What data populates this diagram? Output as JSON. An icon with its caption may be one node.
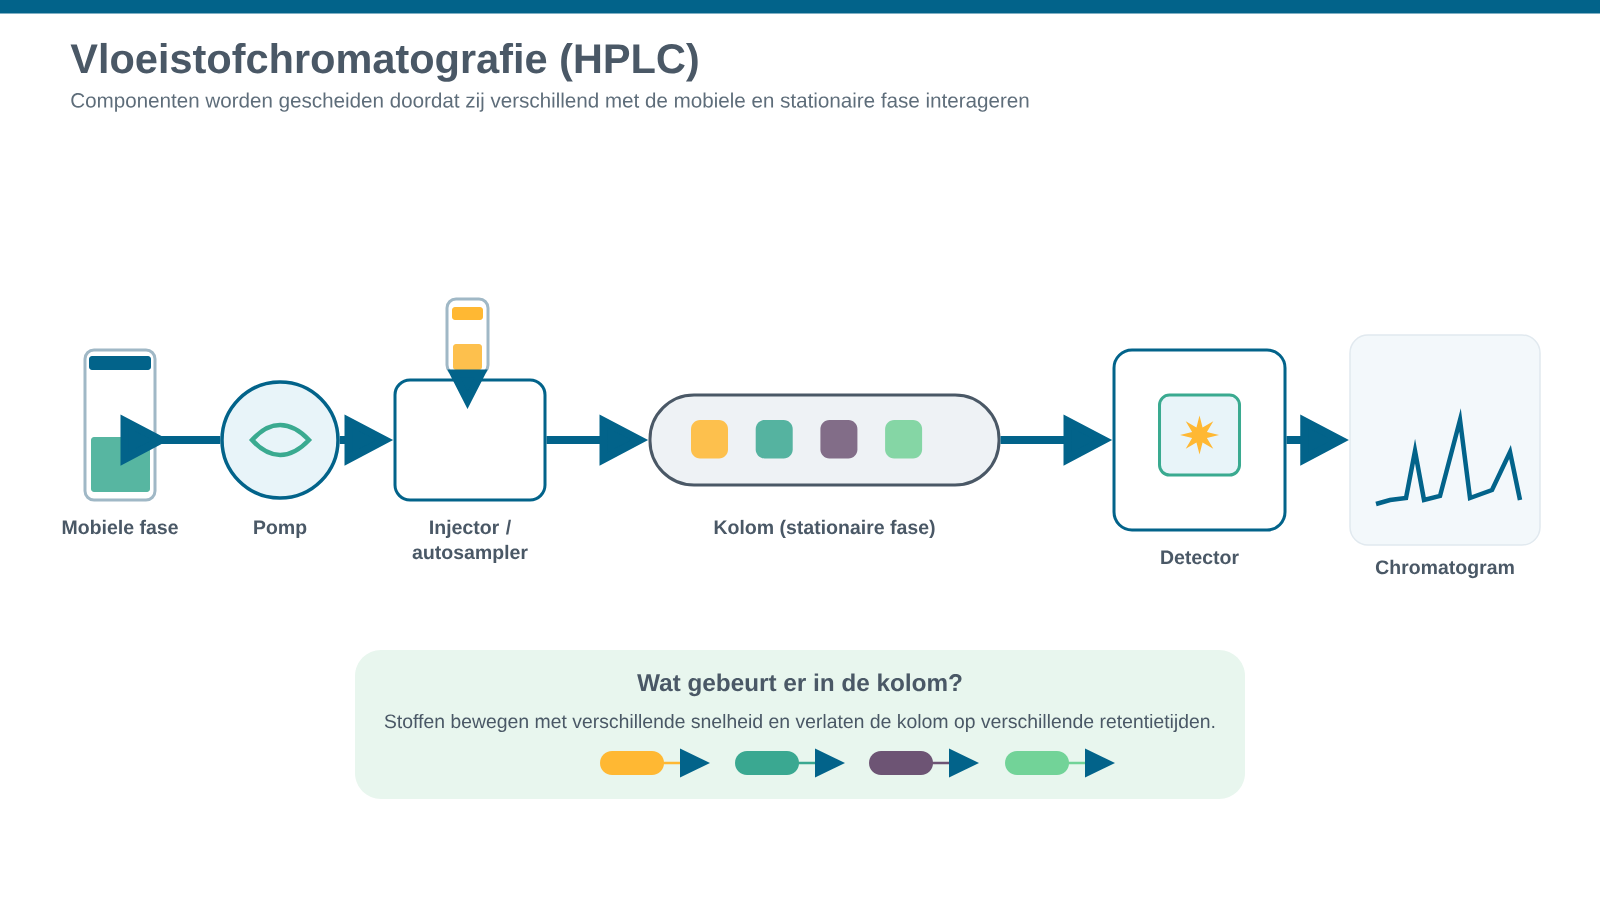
{
  "diagram": {
    "title": "Vloeistofchromatografie (HPLC)",
    "nodes": [
      {
        "text": [],
        "shape": "bar"
      },
      {
        "text": [
          "Mobiele fase"
        ]
      },
      {
        "text": [
          "Pomp"
        ]
      },
      {
        "text": [
          "Injector / autosampler"
        ]
      },
      {
        "text": [],
        "shape": "box"
      },
      {
        "text": [
          "Kolom (stationaire fase)"
        ]
      },
      {
        "text": [
          "Detector"
        ]
      },
      {
        "text": [
          "Chromatogram"
        ]
      },
      {
        "text": [
          "Wat gebeurt er in de kolom?",
          "Stoffen bewegen met verschillende snelheid en verlaten de kolom op verschillende retentietijden."
        ]
      }
    ],
    "edges": [
      {
        "from": 1,
        "to": 2,
        "arrow": "to"
      },
      {
        "from": 2,
        "to": 3,
        "arrow": "to"
      },
      {
        "from": 3,
        "to": 5,
        "arrow": "to"
      },
      {
        "from": 5,
        "to": 6,
        "arrow": "to"
      },
      {
        "from": 6,
        "to": 7,
        "arrow": "to"
      },
      {
        "from": 4,
        "to": 3,
        "arrow": "to"
      }
    ],
    "labels": [
      "Componenten worden gescheiden doordat zij verschillend met de mobiele en stationaire fase interageren"
    ]
  }
}
